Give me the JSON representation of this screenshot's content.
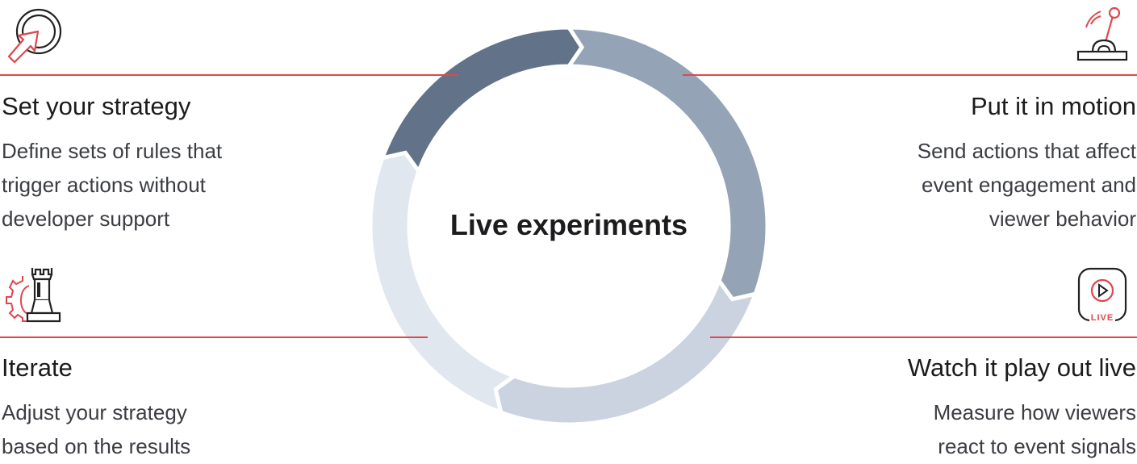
{
  "diagram": {
    "center_label": "Live experiments",
    "steps": [
      {
        "title": "Set your strategy",
        "description_lines": [
          "Define sets of rules that",
          "trigger actions without",
          "developer support"
        ],
        "icon": "cursor-target-icon",
        "arc_color": "#627389"
      },
      {
        "title": "Put it in motion",
        "description_lines": [
          "Send actions that affect",
          "event engagement and",
          "viewer behavior"
        ],
        "icon": "joystick-lever-icon",
        "arc_color": "#95a3b6"
      },
      {
        "title": "Watch it play out live",
        "description_lines": [
          "Measure how viewers",
          "react to event signals"
        ],
        "icon": "live-play-icon",
        "icon_badge": "LIVE",
        "arc_color": "#cad3df"
      },
      {
        "title": "Iterate",
        "description_lines": [
          "Adjust your strategy",
          "based on the results"
        ],
        "icon": "chess-rook-gear-icon",
        "arc_color": "#e1e7ef"
      }
    ],
    "accent_color": "#e0474c"
  }
}
